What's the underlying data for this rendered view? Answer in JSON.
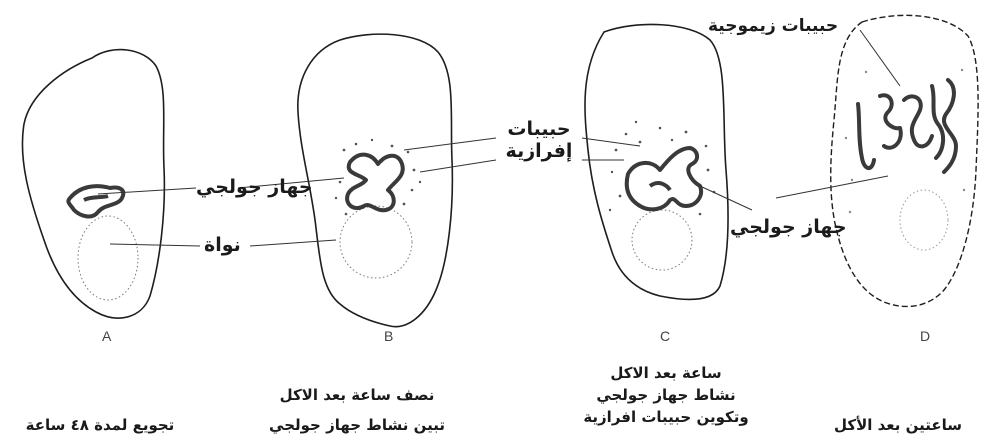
{
  "labels": {
    "golgi": "جهاز جولجي",
    "nucleus": "نواة",
    "secretory_granules_1": "حبيبات",
    "secretory_granules_2": "إفرازية",
    "zymogen_granules": "حبيبات زيموجية"
  },
  "panels": [
    {
      "letter": "A",
      "caption": [
        "تجويع لمدة ٤٨ ساعة"
      ]
    },
    {
      "letter": "B",
      "caption": [
        "نصف ساعة بعد الاكل",
        "تبين نشاط جهاز جولجي"
      ]
    },
    {
      "letter": "C",
      "caption": [
        "ساعة بعد الاكل",
        "نشاط جهاز جولجي",
        "وتكوين حبيبات افرازية"
      ]
    },
    {
      "letter": "D",
      "caption": [
        "ساعتين بعد الأكل"
      ]
    }
  ],
  "colors": {
    "ink": "#1e1e1e",
    "golgi": "#3a3a3a",
    "stipple": "#555555"
  }
}
